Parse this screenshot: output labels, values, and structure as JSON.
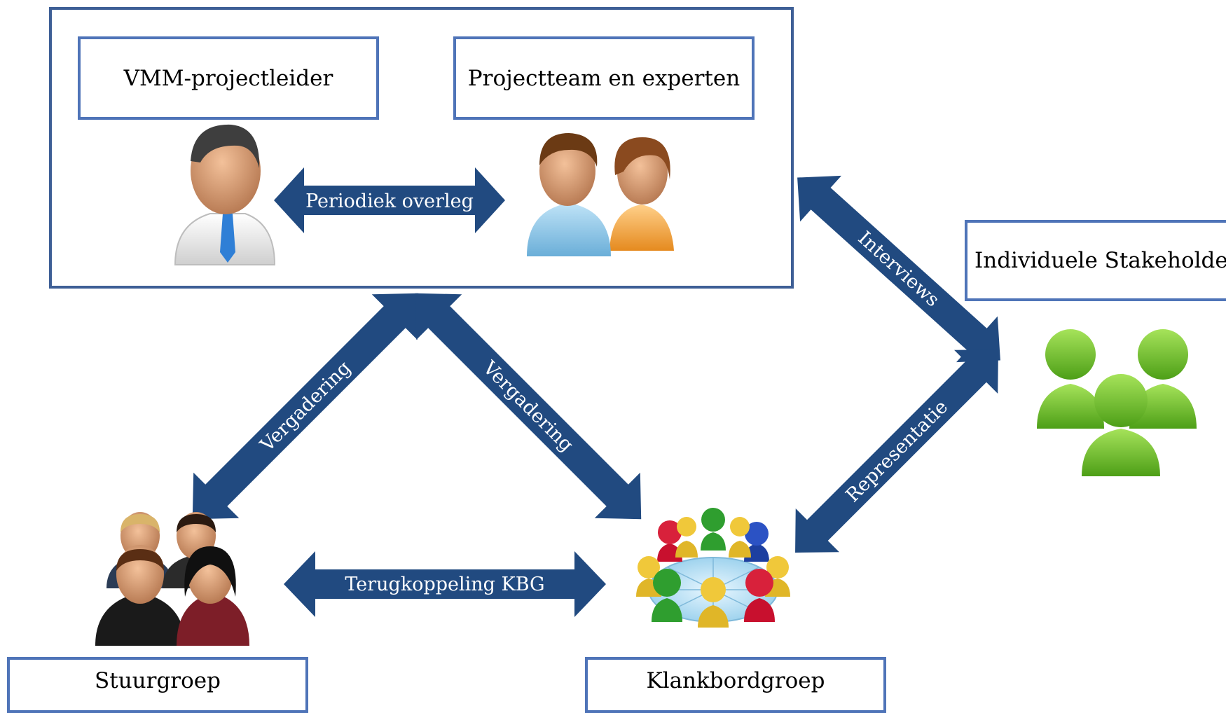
{
  "colors": {
    "arrow": "#214a80",
    "box_border": "#4f74b8",
    "outer_border": "#3e5f96",
    "stakeholder_green": "#6cc12a"
  },
  "nodes": {
    "projectleider": {
      "label": "VMM-projectleider",
      "icon": "businessman-icon"
    },
    "projectteam": {
      "label": "Projectteam en experten",
      "icon": "team-man-woman-icon"
    },
    "stakeholders": {
      "label": "Individuele Stakeholders",
      "icon": "green-users-group-icon"
    },
    "stuurgroep": {
      "label": "Stuurgroep",
      "icon": "business-group-icon"
    },
    "klankbordgroep": {
      "label": "Klankbordgroep",
      "icon": "round-table-people-icon"
    }
  },
  "arrows": {
    "periodiek": "Periodiek overleg",
    "vergadering_left": "Vergadering",
    "vergadering_right": "Vergadering",
    "interviews": "Interviews",
    "representatie": "Representatie",
    "terugkoppeling": "Terugkoppeling KBG"
  }
}
